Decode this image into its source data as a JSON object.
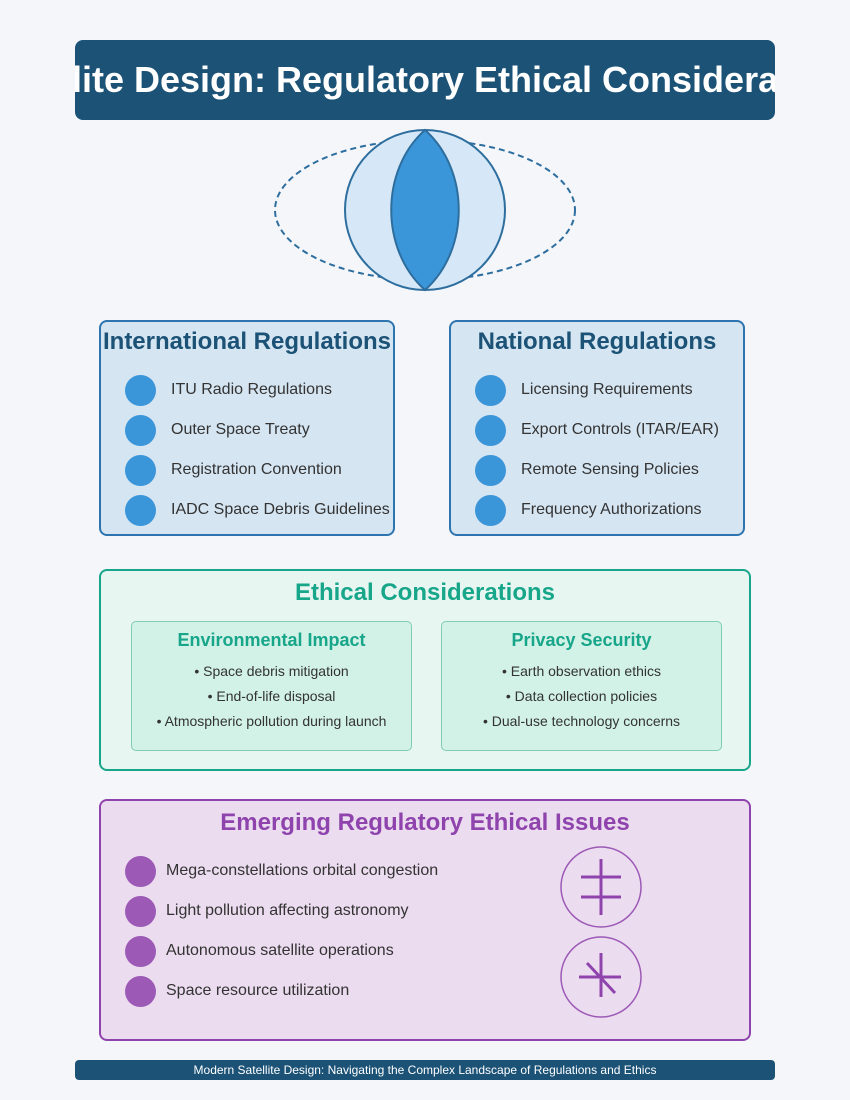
{
  "title": "Satellite Design: Regulatory Ethical Considerations",
  "international": {
    "heading": "International Regulations",
    "items": [
      "ITU Radio Regulations",
      "Outer Space Treaty",
      "Registration Convention",
      "IADC Space Debris Guidelines"
    ]
  },
  "national": {
    "heading": "National Regulations",
    "items": [
      "Licensing Requirements",
      "Export Controls (ITAR/EAR)",
      "Remote Sensing Policies",
      "Frequency Authorizations"
    ]
  },
  "ethics": {
    "heading": "Ethical Considerations",
    "environmental": {
      "heading": "Environmental Impact",
      "points": [
        "• Space debris mitigation",
        "• End-of-life disposal",
        "• Atmospheric pollution during launch"
      ]
    },
    "privacy": {
      "heading": "Privacy Security",
      "points": [
        "• Earth observation ethics",
        "• Data collection policies",
        "• Dual-use technology concerns"
      ]
    }
  },
  "emerging": {
    "heading": "Emerging Regulatory Ethical Issues",
    "items": [
      "Mega-constellations orbital congestion",
      "Light pollution affecting astronomy",
      "Autonomous satellite operations",
      "Space resource utilization"
    ]
  },
  "footer": "Modern Satellite Design: Navigating the Complex Landscape of Regulations and Ethics",
  "colors": {
    "navy": "#1b5276",
    "blue": "#3b95d9",
    "teal": "#17a689",
    "purple": "#8f44ad",
    "background": "#f4f6fa"
  },
  "icons": [
    "satellite-orbit-icon",
    "compass-cross-icon",
    "asterisk-cross-icon"
  ]
}
